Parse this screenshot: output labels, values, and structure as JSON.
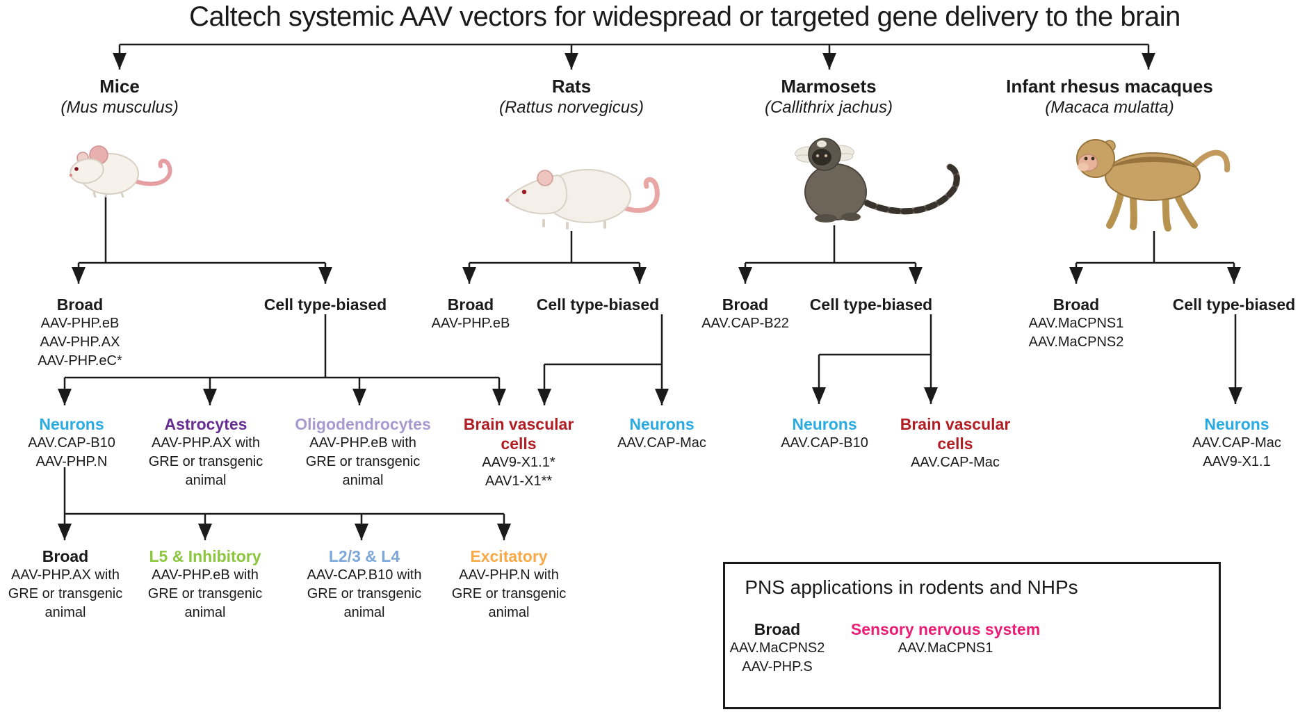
{
  "title": "Caltech systemic AAV vectors for widespread or targeted gene delivery to the brain",
  "colors": {
    "neurons": "#29ABE2",
    "astrocytes": "#662D91",
    "oligodendrocytes": "#A69BCE",
    "brain_vascular_cells": "#B01E24",
    "l5_inhibitory": "#8CC63F",
    "l23_l4": "#7DA7D9",
    "excitatory": "#F8A948",
    "sensory_nervous_system": "#EA1D76",
    "line": "#1A1A1A"
  },
  "species": {
    "mice": {
      "name": "Mice",
      "latin": "(Mus musculus)"
    },
    "rats": {
      "name": "Rats",
      "latin": "(Rattus norvegicus)"
    },
    "marmosets": {
      "name": "Marmosets",
      "latin": "(Callithrix jachus)"
    },
    "macaques": {
      "name": "Infant rhesus macaques",
      "latin": "(Macaca mulatta)"
    }
  },
  "animals": {
    "mouse": "mouse-illustration",
    "rat": "rat-illustration",
    "marmoset": "marmoset-illustration",
    "macaque": "macaque-illustration"
  },
  "nodes": {
    "mice_broad": {
      "title": "Broad",
      "lines": [
        "AAV-PHP.eB",
        "AAV-PHP.AX",
        "AAV-PHP.eC*"
      ]
    },
    "mice_ctb": {
      "title": "Cell type-biased"
    },
    "rats_broad": {
      "title": "Broad",
      "lines": [
        "AAV-PHP.eB"
      ]
    },
    "rats_ctb": {
      "title": "Cell type-biased"
    },
    "marmosets_broad": {
      "title": "Broad",
      "lines": [
        "AAV.CAP-B22"
      ]
    },
    "marmosets_ctb": {
      "title": "Cell type-biased"
    },
    "macaques_broad": {
      "title": "Broad",
      "lines": [
        "AAV.MaCPNS1",
        "AAV.MaCPNS2"
      ]
    },
    "macaques_ctb": {
      "title": "Cell type-biased"
    },
    "mice_neurons": {
      "title": "Neurons",
      "lines": [
        "AAV.CAP-B10",
        "AAV-PHP.N"
      ]
    },
    "mice_astrocytes": {
      "title": "Astrocytes",
      "lines": [
        "AAV-PHP.AX with",
        "GRE or transgenic",
        "animal"
      ]
    },
    "mice_oligodendrocytes": {
      "title": "Oligodendrocytes",
      "lines": [
        "AAV-PHP.eB with",
        "GRE or transgenic",
        "animal"
      ]
    },
    "rodent_brain_vascular": {
      "title": "Brain vascular",
      "title2": "cells",
      "lines": [
        "AAV9-X1.1*",
        "AAV1-X1**"
      ]
    },
    "rats_neurons": {
      "title": "Neurons",
      "lines": [
        "AAV.CAP-Mac"
      ]
    },
    "marmosets_neurons": {
      "title": "Neurons",
      "lines": [
        "AAV.CAP-B10"
      ]
    },
    "marmosets_brain_vascular": {
      "title": "Brain vascular",
      "title2": "cells",
      "lines": [
        "AAV.CAP-Mac"
      ]
    },
    "macaques_neurons": {
      "title": "Neurons",
      "lines": [
        "AAV.CAP-Mac",
        "AAV9-X1.1"
      ]
    },
    "layers_broad": {
      "title": "Broad",
      "lines": [
        "AAV-PHP.AX with",
        "GRE or transgenic",
        "animal"
      ]
    },
    "layers_l5_inhibitory": {
      "title": "L5 & Inhibitory",
      "lines": [
        "AAV-PHP.eB with",
        "GRE or transgenic",
        "animal"
      ]
    },
    "layers_l23_l4": {
      "title": "L2/3 & L4",
      "lines": [
        "AAV-CAP.B10 with",
        "GRE or transgenic",
        "animal"
      ]
    },
    "layers_excitatory": {
      "title": "Excitatory",
      "lines": [
        "AAV-PHP.N with",
        "GRE or transgenic",
        "animal"
      ]
    }
  },
  "pns_box": {
    "title": "PNS applications in rodents and NHPs",
    "broad": {
      "title": "Broad",
      "lines": [
        "AAV.MaCPNS2",
        "AAV-PHP.S"
      ]
    },
    "sensory": {
      "title": "Sensory nervous system",
      "lines": [
        "AAV.MaCPNS1"
      ]
    }
  }
}
